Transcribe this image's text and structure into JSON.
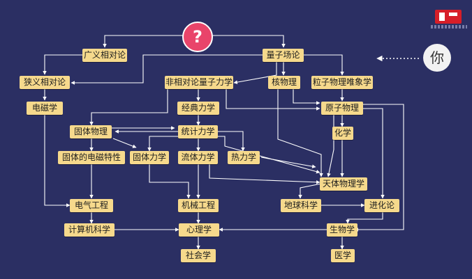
{
  "question_mark": "?",
  "you_label": "你",
  "colors": {
    "background": "#2b2f63",
    "node": "#f6d98c",
    "question": "#e9446a",
    "line": "#ffffff"
  },
  "nodes": {
    "guangyi": "广义相对论",
    "liangzichanglun": "量子场论",
    "xiayi": "狭义相对论",
    "feixiangdui": "非相对论量子力学",
    "hewuli": "核物理",
    "lizi": "粒子物理唯象学",
    "diancixue": "电磁学",
    "jingdian": "经典力学",
    "yuanzi": "原子物理",
    "guti": "固体物理",
    "tongji": "统计力学",
    "huaxue": "化学",
    "gutidianci": "固体的电磁特性",
    "gutili": "固体力学",
    "liuti": "流体力学",
    "reli": "热力学",
    "tianti": "天体物理学",
    "dianqi": "电气工程",
    "jixie": "机械工程",
    "diqiu": "地球科学",
    "jinhua": "进化论",
    "jisuanji": "计算机科学",
    "xinli": "心理学",
    "shengwu": "生物学",
    "shehui": "社会学",
    "yixue": "医学"
  }
}
